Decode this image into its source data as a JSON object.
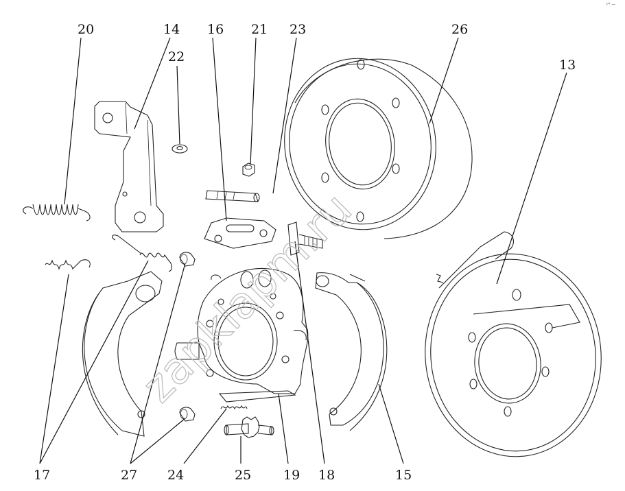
{
  "labels": {
    "l20": "20",
    "l14": "14",
    "l22": "22",
    "l16": "16",
    "l21": "21",
    "l23": "23",
    "l26": "26",
    "l13": "13",
    "l17": "17",
    "l27": "27",
    "l24": "24",
    "l25": "25",
    "l19": "19",
    "l18": "18",
    "l15": "15"
  },
  "watermark": "zapklapm.ru",
  "corner_mark": "r* —"
}
